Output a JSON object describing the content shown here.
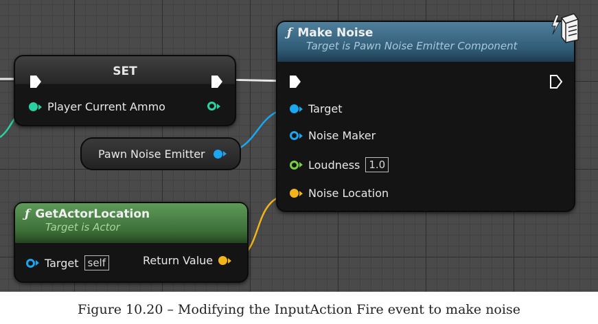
{
  "set_node": {
    "title": "SET",
    "pin_label": "Player Current Ammo",
    "colors": {
      "pin": "#27d3a3"
    }
  },
  "pawn_noise_emitter": {
    "label": "Pawn Noise Emitter",
    "colors": {
      "pin": "#1aa6f0"
    }
  },
  "make_noise": {
    "icon": "function-icon",
    "title": "Make Noise",
    "subtitle": "Target is Pawn Noise Emitter Component",
    "pins": {
      "target": "Target",
      "noise_maker": "Noise Maker",
      "loudness": "Loudness",
      "loudness_value": "1.0",
      "noise_location": "Noise Location"
    },
    "colors": {
      "header": "#3f6b86",
      "subtitle": "#aac7dc"
    }
  },
  "get_actor_location": {
    "icon": "function-icon",
    "title": "GetActorLocation",
    "subtitle": "Target is Actor",
    "pins": {
      "target": "Target",
      "target_default": "self",
      "return_value": "Return Value"
    },
    "colors": {
      "header": "#4e8a4a",
      "subtitle": "#a9d69c"
    }
  },
  "caption": "Figure 10.20 – Modifying the InputAction Fire event to make noise"
}
